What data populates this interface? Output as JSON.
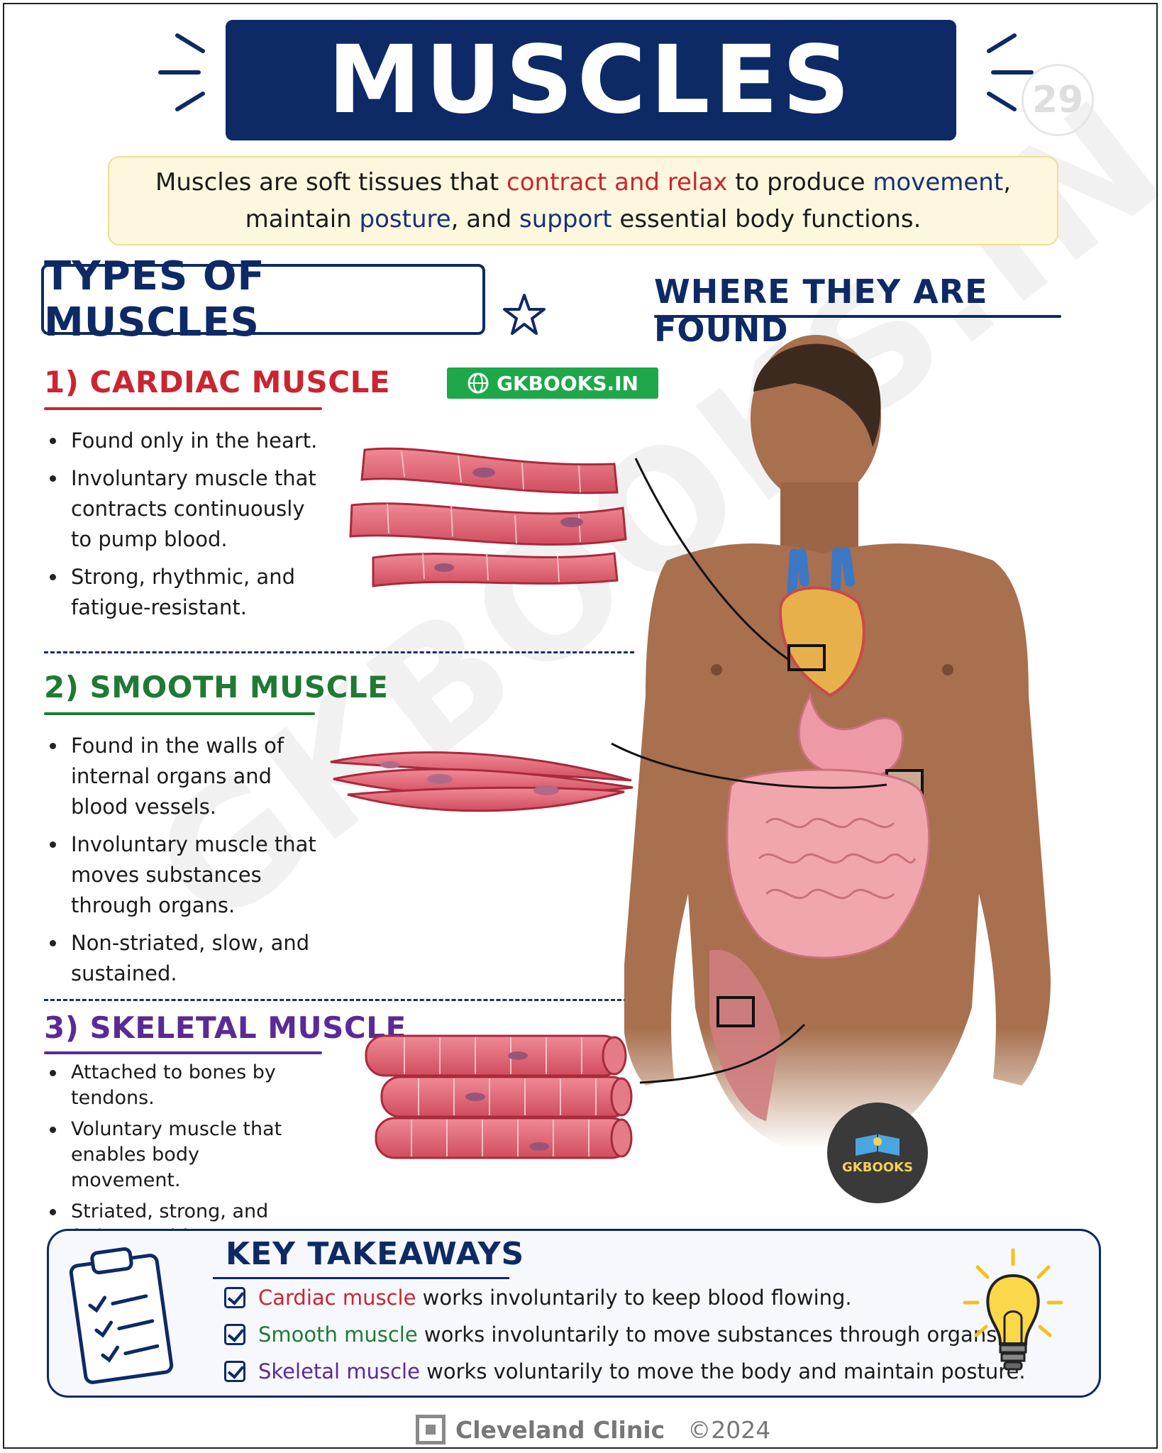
{
  "title": "MUSCLES",
  "page_number": "29",
  "intro": {
    "line1": [
      {
        "text": "Muscles are soft tissues that ",
        "style": "plain"
      },
      {
        "text": "contract and relax",
        "style": "red"
      },
      {
        "text": " to produce ",
        "style": "plain"
      },
      {
        "text": "movement",
        "style": "blue"
      },
      {
        "text": ",",
        "style": "plain"
      }
    ],
    "line2": [
      {
        "text": "maintain ",
        "style": "plain"
      },
      {
        "text": "posture",
        "style": "blue"
      },
      {
        "text": ", and ",
        "style": "plain"
      },
      {
        "text": "support",
        "style": "blue"
      },
      {
        "text": " essential body functions.",
        "style": "plain"
      }
    ]
  },
  "types_heading": "TYPES OF MUSCLES",
  "found_heading": "WHERE THEY ARE FOUND",
  "gkbooks_label": "GKBOOKS.IN",
  "sections": {
    "cardiac": {
      "heading": "1) CARDIAC MUSCLE",
      "color": "#cc2430",
      "bullets": [
        "Found only in the heart.",
        "Involuntary muscle that contracts continuously to pump blood.",
        "Strong, rhythmic, and fatigue-resistant."
      ]
    },
    "smooth": {
      "heading": "2) SMOOTH MUSCLE",
      "color": "#1f7a34",
      "bullets": [
        "Found in the walls of internal organs and blood vessels.",
        "Involuntary muscle that moves substances through organs.",
        "Non-striated, slow, and sustained."
      ]
    },
    "skeletal": {
      "heading": "3) SKELETAL MUSCLE",
      "color": "#5a2a96",
      "bullets": [
        "Attached to bones by tendons.",
        "Voluntary muscle that enables body movement.",
        "Striated, strong, and fatigues with overuse."
      ]
    }
  },
  "key_takeaways": {
    "title": "KEY TAKEAWAYS",
    "items": [
      {
        "highlight": "Cardiac muscle",
        "rest": " works involuntarily to keep blood flowing."
      },
      {
        "highlight": "Smooth muscle",
        "rest": " works involuntarily to move substances through organs."
      },
      {
        "highlight": "Skeletal muscle",
        "rest": " works voluntarily to move the body and maintain posture."
      }
    ]
  },
  "footer": {
    "brand": "Cleveland Clinic",
    "year": "©2024"
  },
  "watermark": "GKBOOKS.IN",
  "badge_label": "GKBOOKS",
  "colors": {
    "navy": "#0d2a66",
    "red": "#cc2430",
    "green": "#1f7a34",
    "purple": "#5a2a96",
    "intro_bg": "#fdf7de",
    "skin": "#a8704e",
    "muscle": "#de5a6a"
  },
  "icons": [
    "star-icon",
    "globe-icon",
    "clipboard-icon",
    "lightbulb-icon",
    "checkbox-icon",
    "cleveland-clinic-logo"
  ]
}
